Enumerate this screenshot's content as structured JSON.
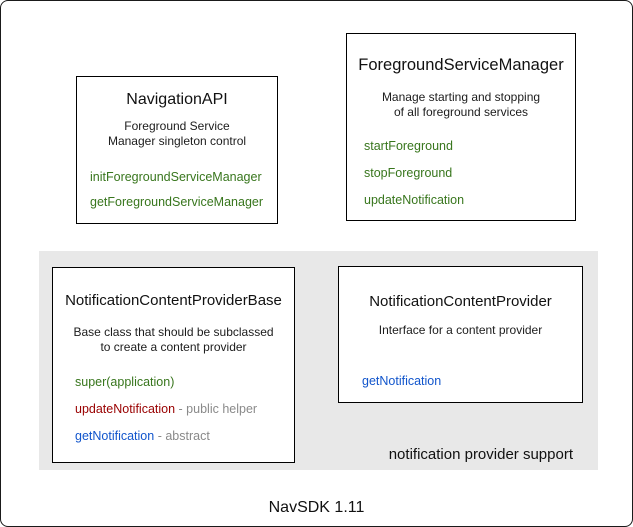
{
  "colors": {
    "method_green": "#38761d",
    "method_red": "#990000",
    "method_blue": "#1155cc",
    "annotation_gray": "#8a8a8a",
    "panel_gray": "#e8e8e8"
  },
  "boxes": {
    "navigation_api": {
      "title": "NavigationAPI",
      "desc_line1": "Foreground Service",
      "desc_line2": "Manager singleton control",
      "methods": [
        {
          "label": "initForegroundServiceManager"
        },
        {
          "label": "getForegroundServiceManager"
        }
      ]
    },
    "foreground_service_manager": {
      "title": "ForegroundServiceManager",
      "desc_line1": "Manage starting and stopping",
      "desc_line2": "of all foreground services",
      "methods": [
        {
          "label": "startForeground"
        },
        {
          "label": "stopForeground"
        },
        {
          "label": "updateNotification"
        }
      ]
    },
    "notification_content_provider_base": {
      "title": "NotificationContentProviderBase",
      "desc_line1": "Base class that should be subclassed",
      "desc_line2": "to create a content provider",
      "methods": [
        {
          "label": "super(application)"
        },
        {
          "label": "updateNotification",
          "suffix": " - public helper"
        },
        {
          "label": "getNotification",
          "suffix": " - abstract"
        }
      ]
    },
    "notification_content_provider": {
      "title": "NotificationContentProvider",
      "desc_line1": "Interface for a content provider",
      "methods": [
        {
          "label": "getNotification"
        }
      ]
    }
  },
  "panel": {
    "label": "notification provider support"
  },
  "caption": "NavSDK 1.11"
}
